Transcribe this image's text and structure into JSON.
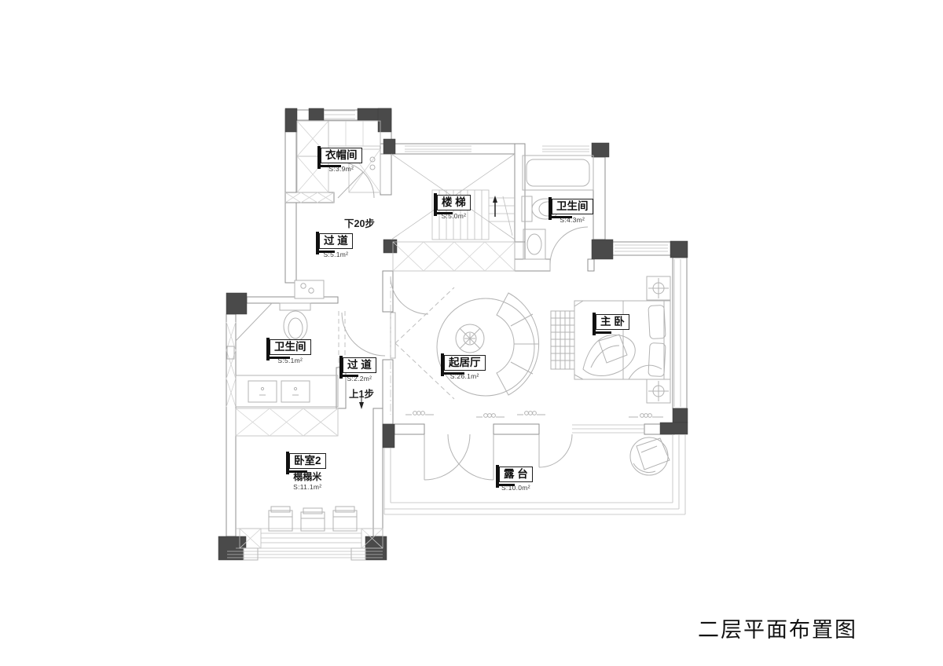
{
  "title": "二层平面布置图",
  "rooms": {
    "cloakroom": {
      "name": "衣帽间",
      "area": "S:3.9m²"
    },
    "stairs": {
      "name": "楼 梯",
      "area": "S:5.0m²"
    },
    "bath_upper": {
      "name": "卫生间",
      "area": "S:4.3m²"
    },
    "corridor_upper": {
      "name": "过 道",
      "area": "S:5.1m²"
    },
    "bath_left": {
      "name": "卫生间",
      "area": "S:5.1m²"
    },
    "corridor_lower": {
      "name": "过 道",
      "area": "S:2.2m²"
    },
    "living": {
      "name": "起居厅",
      "area": "S:26.1m²"
    },
    "master": {
      "name": "主 卧"
    },
    "bedroom2": {
      "name": "卧室2",
      "sub": "榻榻米",
      "area": "S:11.1m²"
    },
    "terrace": {
      "name": "露 台",
      "area": "S:10.0m²"
    }
  },
  "annotations": {
    "stairs_down": "下20步",
    "step_up": "上1步",
    "down_arrow": "↓"
  }
}
